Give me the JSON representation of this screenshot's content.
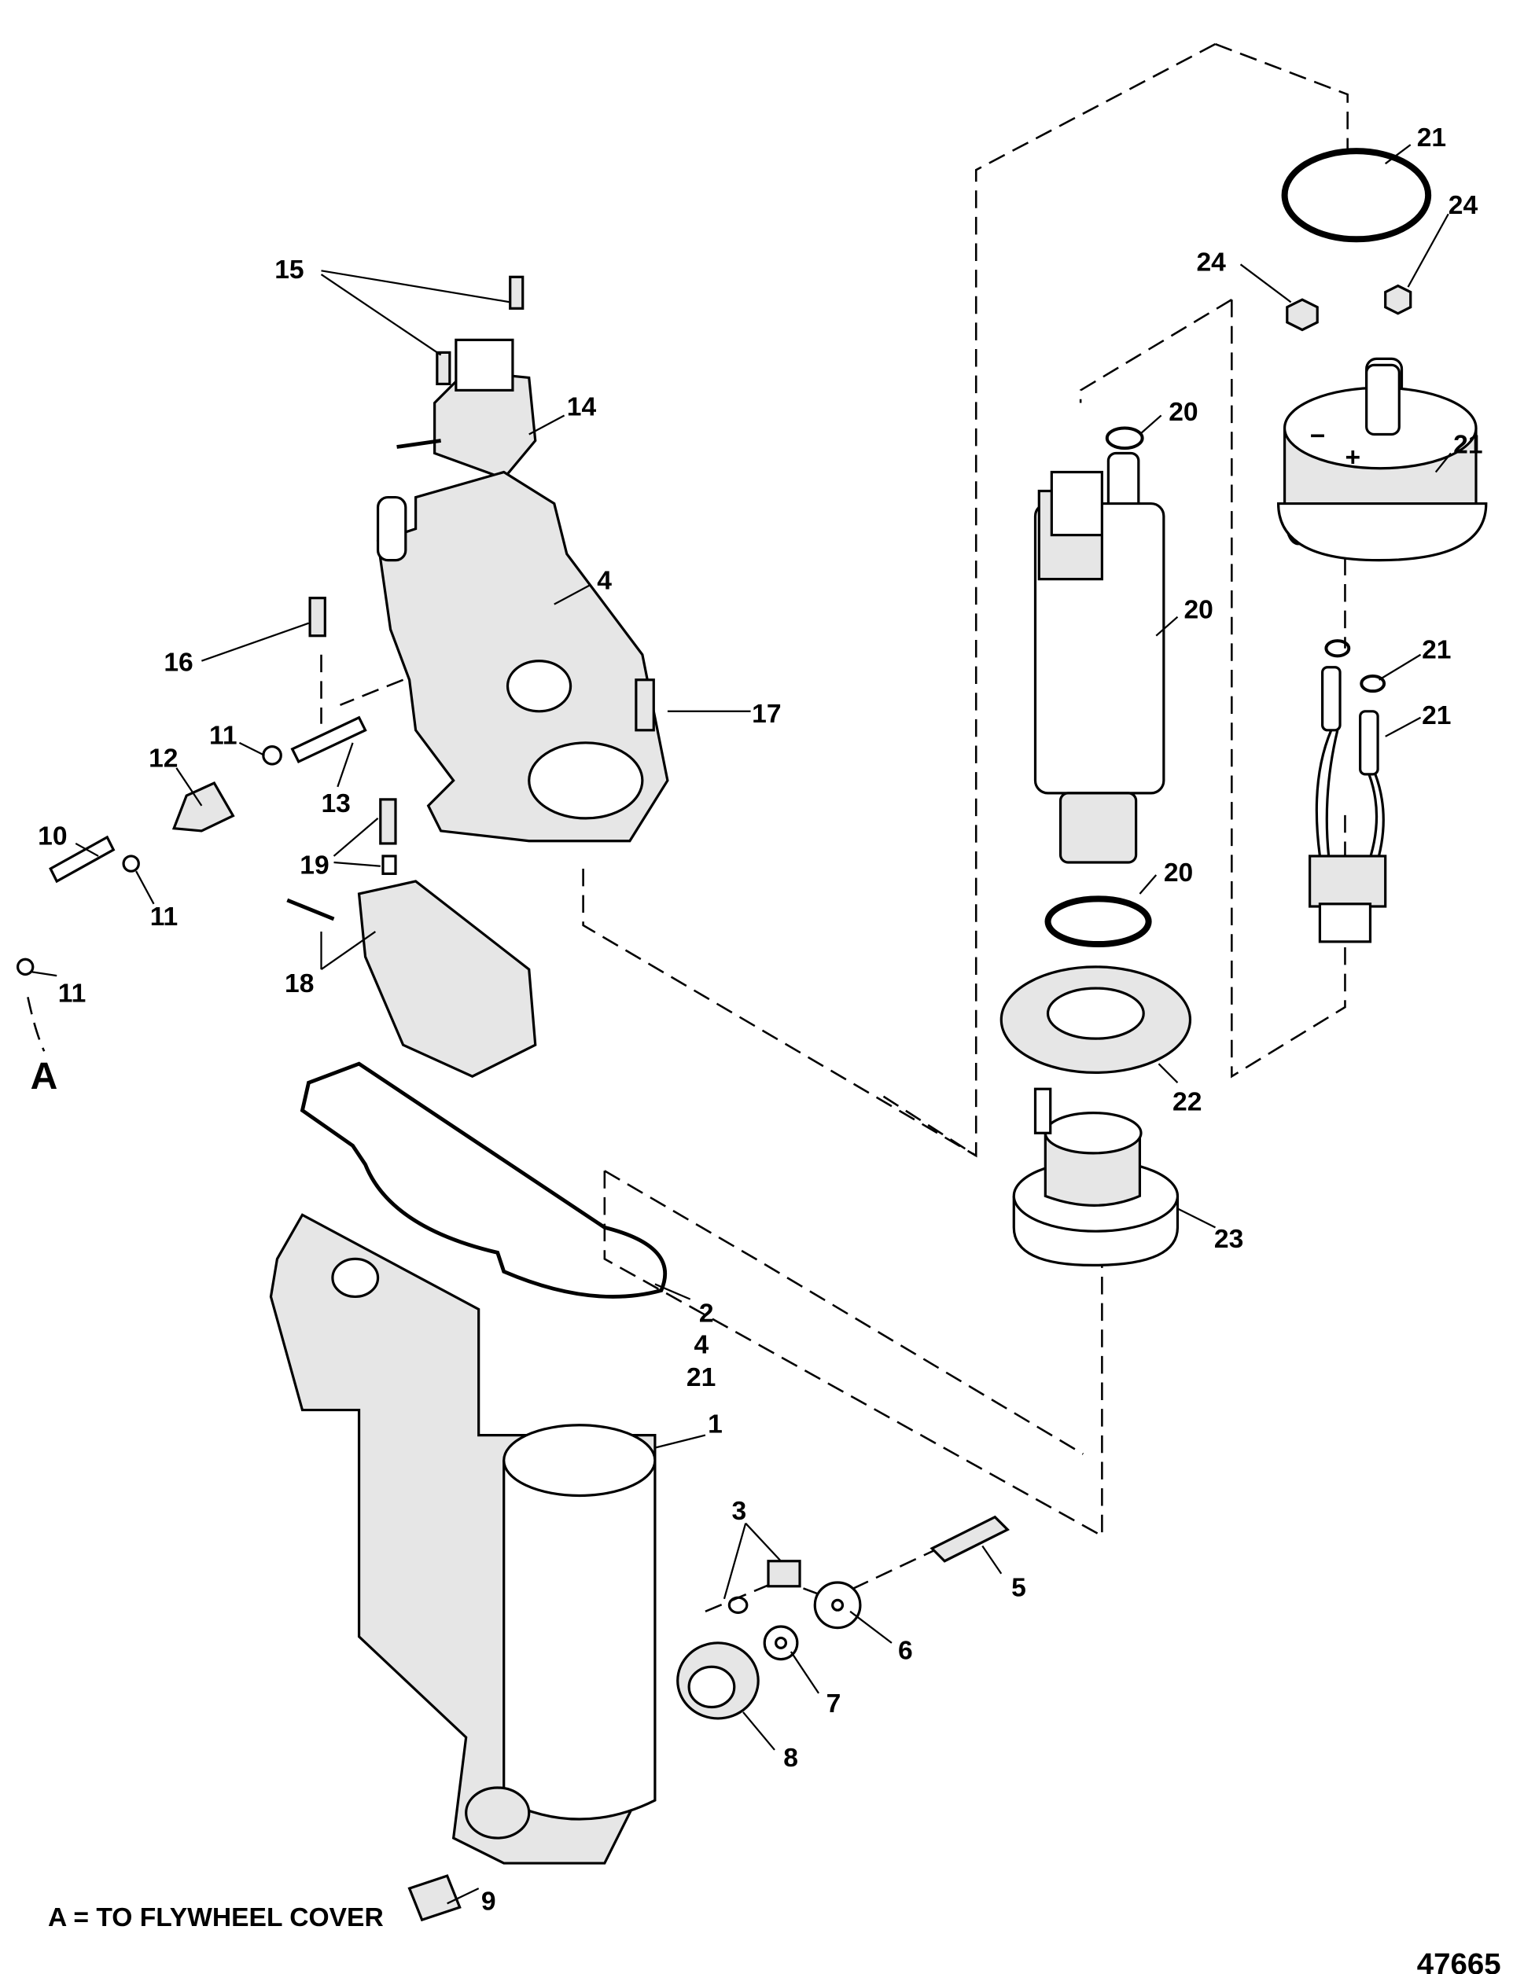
{
  "diagram": {
    "callouts": [
      "21",
      "24",
      "24",
      "15",
      "14",
      "20",
      "21",
      "4",
      "20",
      "16",
      "21",
      "17",
      "21",
      "11",
      "12",
      "13",
      "10",
      "19",
      "20",
      "11",
      "11",
      "18",
      "A",
      "22",
      "23",
      "2",
      "4",
      "21",
      "1",
      "3",
      "5",
      "6",
      "7",
      "8",
      "9"
    ],
    "footnote": "A = TO FLYWHEEL COVER",
    "figure_number": "47665",
    "fuel_pump_markings": {
      "minus": "−",
      "plus": "+"
    }
  }
}
